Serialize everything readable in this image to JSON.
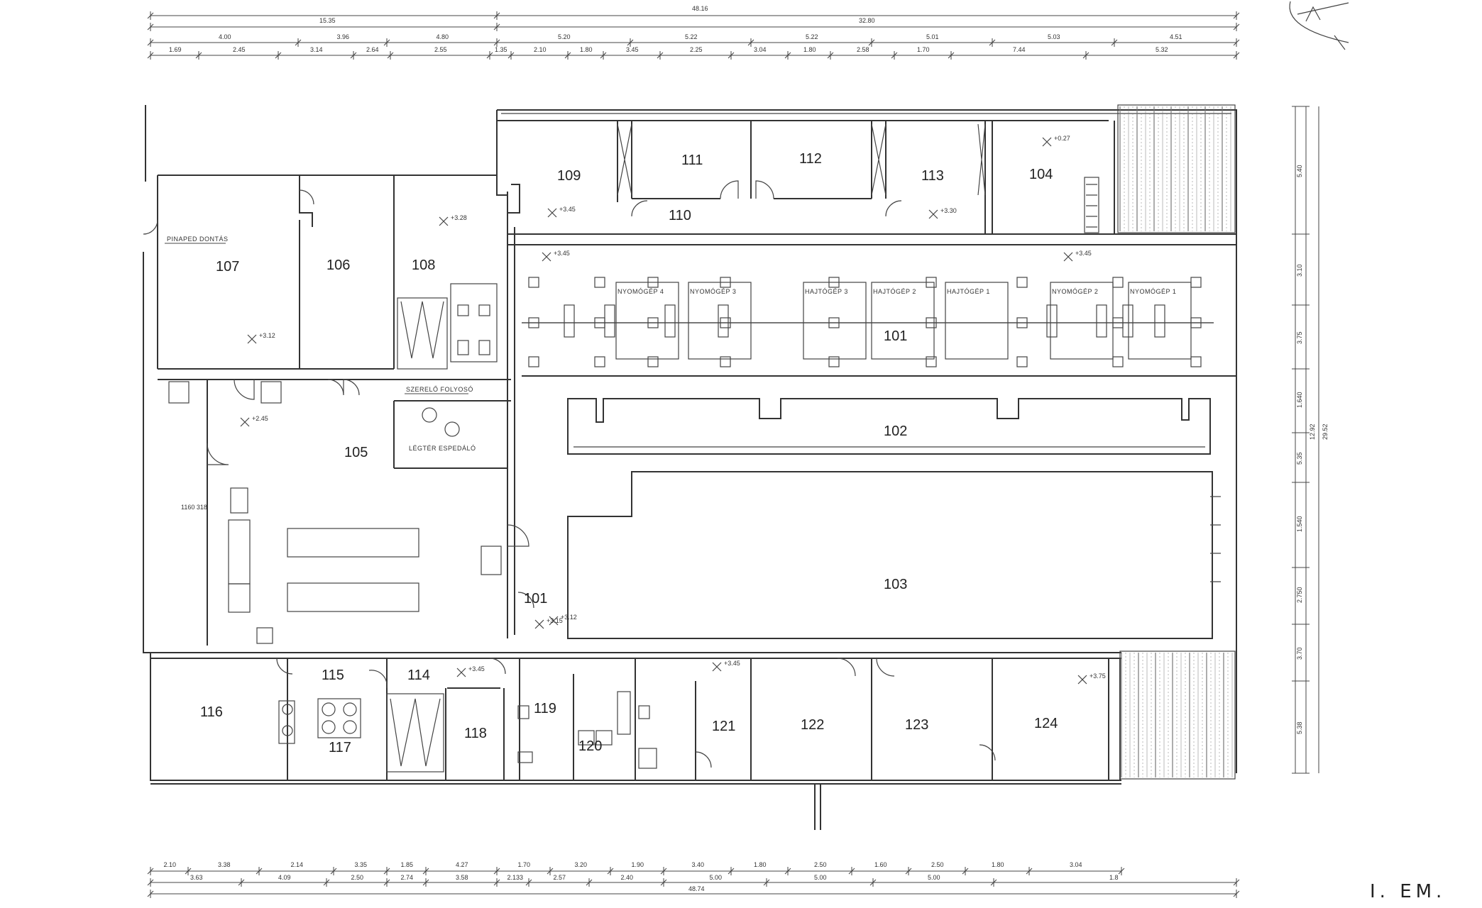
{
  "sheet_label": "I. EM.",
  "rooms": [
    {
      "id": "r101a",
      "label": "101"
    },
    {
      "id": "r101b",
      "label": "101"
    },
    {
      "id": "r102",
      "label": "102"
    },
    {
      "id": "r103",
      "label": "103"
    },
    {
      "id": "r104",
      "label": "104"
    },
    {
      "id": "r105",
      "label": "105"
    },
    {
      "id": "r106",
      "label": "106"
    },
    {
      "id": "r107",
      "label": "107"
    },
    {
      "id": "r108",
      "label": "108"
    },
    {
      "id": "r109",
      "label": "109"
    },
    {
      "id": "r110",
      "label": "110"
    },
    {
      "id": "r111",
      "label": "111"
    },
    {
      "id": "r112",
      "label": "112"
    },
    {
      "id": "r113",
      "label": "113"
    },
    {
      "id": "r114",
      "label": "114"
    },
    {
      "id": "r115",
      "label": "115"
    },
    {
      "id": "r116",
      "label": "116"
    },
    {
      "id": "r117",
      "label": "117"
    },
    {
      "id": "r118",
      "label": "118"
    },
    {
      "id": "r119",
      "label": "119"
    },
    {
      "id": "r120",
      "label": "120"
    },
    {
      "id": "r121",
      "label": "121"
    },
    {
      "id": "r122",
      "label": "122"
    },
    {
      "id": "r123",
      "label": "123"
    },
    {
      "id": "r124",
      "label": "124"
    }
  ],
  "annotations": {
    "pinaped": "PINAPED DONTÁS",
    "szerelo": "SZERELŐ FOLYOSÓ",
    "legter": "LÉGTÉR ESPEDÁLÓ",
    "machines": [
      "NYOMÓGÉP 4",
      "NYOMÓGÉP 3",
      "HAJTÓGÉP 3",
      "HAJTÓGÉP 2",
      "HAJTÓGÉP 1",
      "NYOMÓGÉP 2",
      "NYOMÓGÉP 1"
    ],
    "levels": [
      "+3.12",
      "+3.28",
      "+3.45",
      "+2.45",
      "+3.45",
      "+3.30",
      "+3.45",
      "+0.27",
      "+3.12",
      "+3.15",
      "+3.45",
      "+3.45",
      "+3.75"
    ],
    "door_tag": "1160\n318"
  },
  "dimensions": {
    "top_total": "48.16",
    "top_seg_a": "15.35",
    "top_seg_b": "32.80",
    "top_row1": [
      "4.00",
      "3.96",
      "4.80",
      "5.20",
      "5.22",
      "5.22",
      "5.01",
      "5.03",
      "4.51"
    ],
    "top_row2": [
      "1.69",
      "2.45",
      "3.14",
      "2.64",
      "2.55",
      "1.35",
      "2.10",
      "1.80",
      "3.45",
      "2.25",
      "3.04",
      "1.80",
      "2.58",
      "1.70",
      "7.44",
      "5.32"
    ],
    "bottom_row1": [
      "2.10",
      "3.38",
      "2.14",
      "3.35",
      "1.85",
      "4.27",
      "1.70",
      "3.20",
      "1.90",
      "3.40",
      "1.80",
      "2.50",
      "1.60",
      "2.50",
      "1.80",
      "3.04"
    ],
    "bottom_row2": [
      "3.63",
      "4.09",
      "2.50",
      "2.74",
      "3.58",
      "2.133",
      "2.57",
      "2.40",
      "5.00",
      "5.00",
      "5.00",
      "1.8"
    ],
    "bottom_total": "48.74",
    "right_total": "29.52",
    "right_seg": "12.92",
    "right_row": [
      "5.40",
      "3.10",
      "3.75",
      "1.640",
      "5.35",
      "1.540",
      "2.750",
      "3.70",
      "5.38"
    ]
  }
}
